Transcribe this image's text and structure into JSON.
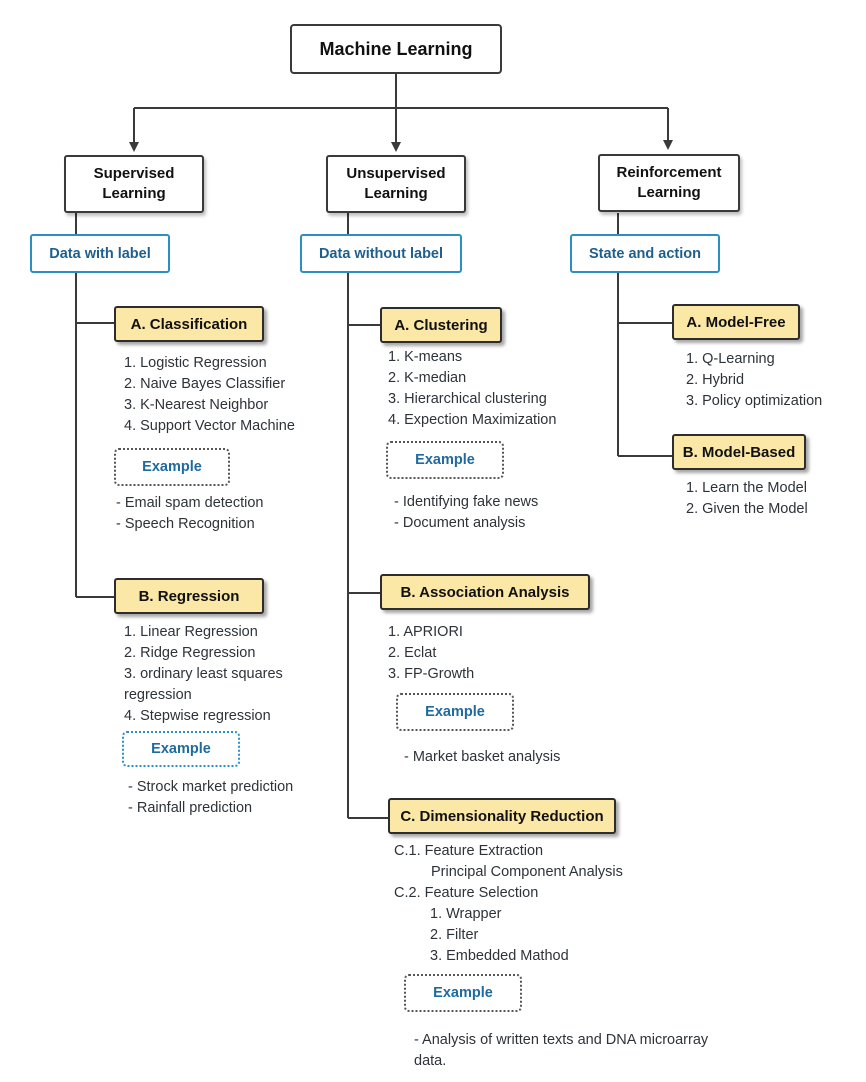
{
  "title": "Machine Learning",
  "supervised": {
    "label": "Supervised Learning",
    "data": "Data with label",
    "classification": {
      "label": "A. Classification",
      "items": [
        "1. Logistic Regression",
        "2. Naive Bayes Classifier",
        "3. K-Nearest Neighbor",
        "4. Support Vector Machine"
      ],
      "example_label": "Example",
      "examples": [
        "- Email spam detection",
        "- Speech Recognition"
      ]
    },
    "regression": {
      "label": "B. Regression",
      "items": [
        "1. Linear Regression",
        "2. Ridge Regression",
        "3. ordinary least squares",
        "regression",
        "4. Stepwise regression"
      ],
      "example_label": "Example",
      "examples": [
        "- Strock market prediction",
        "- Rainfall prediction"
      ]
    }
  },
  "unsupervised": {
    "label": "Unsupervised Learning",
    "data": "Data without label",
    "clustering": {
      "label": "A. Clustering",
      "items": [
        "1. K-means",
        "2. K-median",
        "3. Hierarchical clustering",
        "4. Expection Maximization"
      ],
      "example_label": "Example",
      "examples": [
        "- Identifying fake news",
        "- Document analysis"
      ]
    },
    "association": {
      "label": "B. Association Analysis",
      "items": [
        "1. APRIORI",
        "2. Eclat",
        "3. FP-Growth"
      ],
      "example_label": "Example",
      "examples": [
        "- Market basket analysis"
      ]
    },
    "dimensionality": {
      "label": "C. Dimensionality Reduction",
      "items": [
        "C.1.  Feature Extraction",
        "Principal Component Analysis",
        "C.2. Feature Selection",
        "1. Wrapper",
        "2. Filter",
        "3. Embedded Mathod"
      ],
      "example_label": "Example",
      "examples": [
        "- Analysis of written texts and DNA microarray",
        "data."
      ]
    }
  },
  "reinforcement": {
    "label": "Reinforcement Learning",
    "data": "State and action",
    "model_free": {
      "label": "A. Model-Free",
      "items": [
        "1. Q-Learning",
        "2. Hybrid",
        "3. Policy optimization"
      ]
    },
    "model_based": {
      "label": "B. Model-Based",
      "items": [
        "1. Learn the Model",
        "2. Given the Model"
      ]
    }
  }
}
